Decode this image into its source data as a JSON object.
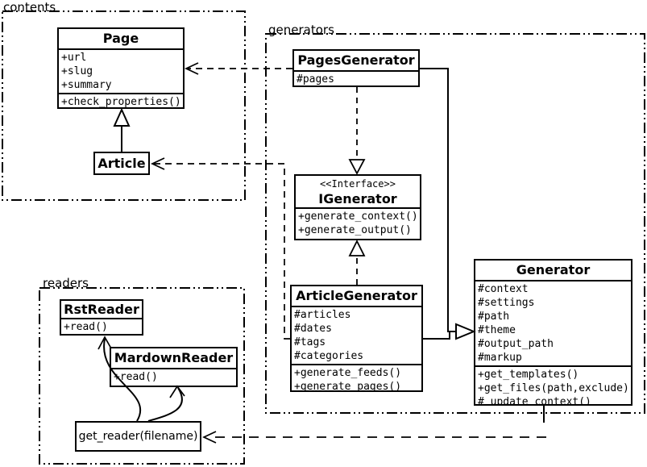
{
  "packages": {
    "contents": {
      "label": "contents"
    },
    "generators": {
      "label": "generators"
    },
    "readers": {
      "label": "readers"
    }
  },
  "classes": {
    "page": {
      "name": "Page",
      "attributes": [
        "+url",
        "+slug",
        "+summary"
      ],
      "methods": [
        "+check_properties()"
      ]
    },
    "article": {
      "name": "Article"
    },
    "pages_generator": {
      "name": "PagesGenerator",
      "attributes": [
        "#pages"
      ]
    },
    "igenerator": {
      "stereotype": "<<Interface>>",
      "name": "IGenerator",
      "methods": [
        "+generate_context()",
        "+generate_output()"
      ]
    },
    "article_generator": {
      "name": "ArticleGenerator",
      "attributes": [
        "#articles",
        "#dates",
        "#tags",
        "#categories"
      ],
      "methods": [
        "+generate_feeds()",
        "+generate_pages()"
      ]
    },
    "generator": {
      "name": "Generator",
      "attributes": [
        "#context",
        "#settings",
        "#path",
        "#theme",
        "#output_path",
        "#markup"
      ],
      "methods": [
        "+get_templates()",
        "+get_files(path,exclude)",
        "#_update_context()"
      ]
    },
    "rst_reader": {
      "name": "RstReader",
      "methods": [
        "+read()"
      ]
    },
    "mardown_reader": {
      "name": "MardownReader",
      "methods": [
        "+read()"
      ]
    },
    "get_reader": {
      "label": "get_reader(filename)"
    }
  },
  "relations": [
    {
      "from": "PagesGenerator",
      "to": "Page",
      "type": "dependency"
    },
    {
      "from": "ArticleGenerator",
      "to": "Article",
      "type": "dependency"
    },
    {
      "from": "PagesGenerator",
      "to": "IGenerator",
      "type": "realization"
    },
    {
      "from": "ArticleGenerator",
      "to": "IGenerator",
      "type": "realization"
    },
    {
      "from": "Article",
      "to": "Page",
      "type": "inheritance"
    },
    {
      "from": "PagesGenerator",
      "to": "Generator",
      "type": "inheritance"
    },
    {
      "from": "ArticleGenerator",
      "to": "Generator",
      "type": "inheritance"
    },
    {
      "from": "Generator",
      "to": "get_reader(filename)",
      "type": "dependency"
    },
    {
      "from": "get_reader(filename)",
      "to": "RstReader",
      "type": "association"
    },
    {
      "from": "get_reader(filename)",
      "to": "MardownReader",
      "type": "association"
    }
  ],
  "colors": {
    "line": "#000000",
    "background": "#ffffff",
    "box_fill": "#ffffff"
  }
}
